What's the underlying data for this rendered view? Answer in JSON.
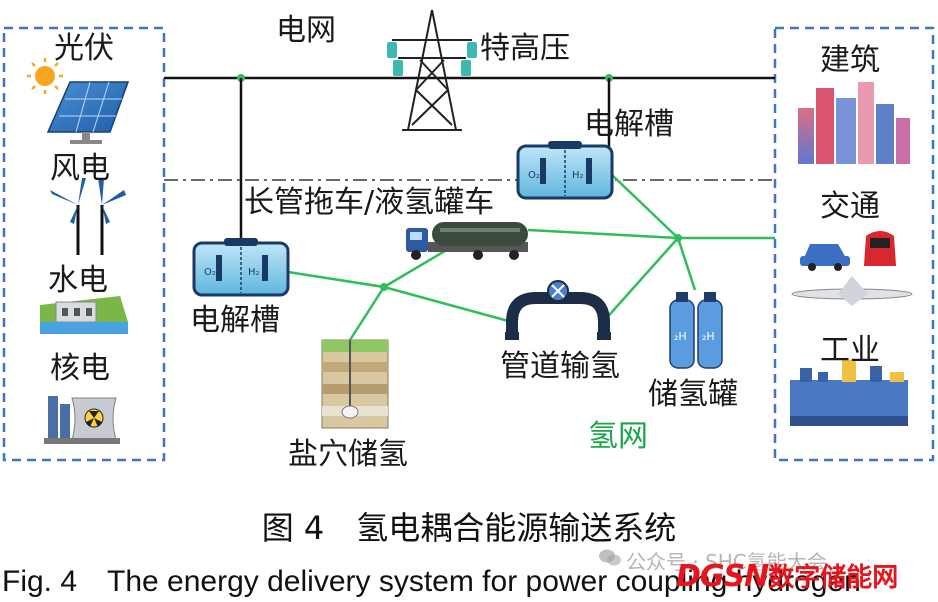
{
  "diagram": {
    "sources": [
      "光伏",
      "风电",
      "水电",
      "核电"
    ],
    "grid_label": "电网",
    "tower_label": "特高压",
    "electrolyzer_right_label": "电解槽",
    "electrolyzer_left_label": "电解槽",
    "tanker_label": "长管拖车/液氢罐车",
    "salt_label": "盐穴储氢",
    "pipeline_label": "管道输氢",
    "tank_label": "储氢罐",
    "h2grid_label": "氢网",
    "loads": [
      "建筑",
      "交通",
      "工业"
    ],
    "electrolyzer_tags": [
      "O₂",
      "H₂"
    ],
    "tank_tags": [
      "₂H",
      "₂H"
    ]
  },
  "caption": {
    "cn": "图 4　氢电耦合能源输送系统",
    "en": "Fig. 4　The energy delivery system for power coupling hydrogen"
  },
  "watermark": {
    "text": "公众号 · SHC氢能大会",
    "logo_en": "DGSN",
    "logo_cn": "数字储能网"
  },
  "colors": {
    "power_line": "#111111",
    "hydrogen_line": "#2fbf5a",
    "dashed_box": "#3a78c4",
    "electrolyzer": "#1a3a66",
    "logo": "#e8141c"
  }
}
